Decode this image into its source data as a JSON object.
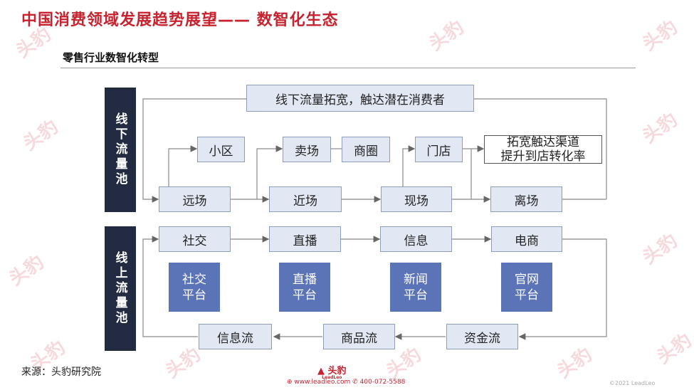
{
  "title": "中国消费领域发展趋势展望—— 数智化生态",
  "subtitle": "零售行业数智化转型",
  "offline_pool": "线下流量池",
  "online_pool": "线上流量池",
  "top_banner": "线下流量拓宽，触达潜在消费者",
  "offline_nodes": {
    "xiaoqu": "小区",
    "maichang": "卖场",
    "shangquan": "商圈",
    "mendian": "门店"
  },
  "goal_box": {
    "line1": "拓宽触达渠道",
    "line2": "提升到店转化率"
  },
  "offline_scenes": [
    "远场",
    "近场",
    "现场",
    "离场"
  ],
  "online_channels": [
    "社交",
    "直播",
    "信息",
    "电商"
  ],
  "platforms": [
    {
      "line1": "社交",
      "line2": "平台"
    },
    {
      "line1": "直播",
      "line2": "平台"
    },
    {
      "line1": "新闻",
      "line2": "平台"
    },
    {
      "line1": "官网",
      "line2": "平台"
    }
  ],
  "flows": [
    "信息流",
    "商品流",
    "资金流"
  ],
  "source": "来源：头豹研究院",
  "footer": {
    "logo_text": "头豹",
    "logo_sub": "LeadLeo",
    "url": "www.leadleo.com",
    "phone": "400-072-5588",
    "copyright": "©2021 LeadLeo"
  },
  "watermark": "头豹",
  "colors": {
    "title": "#c7232f",
    "side": "#232b42",
    "box_fill": "#e2e8f3",
    "platform": "#5b73b7"
  }
}
